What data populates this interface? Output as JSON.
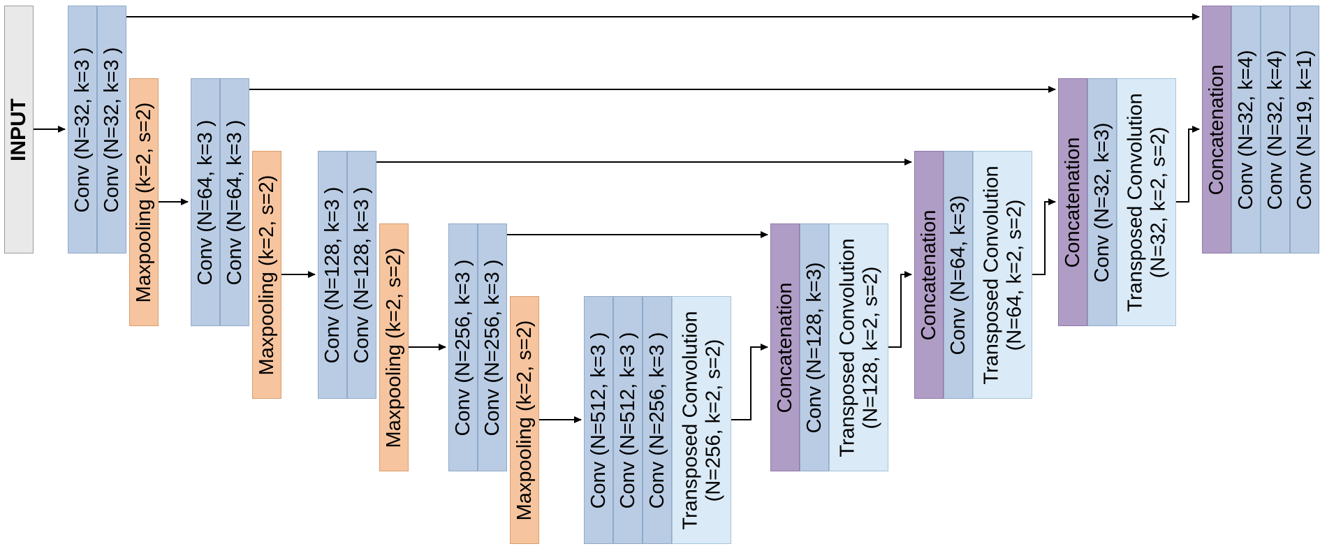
{
  "diagram": {
    "input": {
      "label": "INPUT"
    },
    "encoder": {
      "stage1": {
        "conv_a": "Conv (N=32, k=3 )",
        "conv_b": "Conv (N=32, k=3 )",
        "maxpool": "Maxpooling (k=2, s=2)"
      },
      "stage2": {
        "conv_a": "Conv (N=64, k=3 )",
        "conv_b": "Conv (N=64, k=3 )",
        "maxpool": "Maxpooling (k=2, s=2)"
      },
      "stage3": {
        "conv_a": "Conv (N=128, k=3 )",
        "conv_b": "Conv (N=128, k=3 )",
        "maxpool": "Maxpooling (k=2, s=2)"
      },
      "stage4": {
        "conv_a": "Conv (N=256, k=3 )",
        "conv_b": "Conv (N=256, k=3 )",
        "maxpool": "Maxpooling (k=2, s=2)"
      }
    },
    "bottleneck": {
      "conv_a": "Conv (N=512, k=3 )",
      "conv_b": "Conv (N=512, k=3 )",
      "conv_c": "Conv (N=256, k=3 )",
      "tconv_line1": "Transposed Convolution",
      "tconv_line2": "(N=256, k=2, s=2)"
    },
    "decoder": {
      "stage1": {
        "concat": "Concatenation",
        "conv": "Conv (N=128, k=3)",
        "tconv_line1": "Transposed Convolution",
        "tconv_line2": "(N=128, k=2, s=2)"
      },
      "stage2": {
        "concat": "Concatenation",
        "conv": "Conv (N=64, k=3)",
        "tconv_line1": "Transposed Convolution",
        "tconv_line2": "(N=64, k=2, s=2)"
      },
      "stage3": {
        "concat": "Concatenation",
        "conv": "Conv (N=32, k=3)",
        "tconv_line1": "Transposed Convolution",
        "tconv_line2": "(N=32, k=2, s=2)"
      }
    },
    "output": {
      "concat": "Concatenation",
      "conv_a": "Conv (N=32, k=4)",
      "conv_b": "Conv (N=32, k=4)",
      "conv_c": "Conv (N=19, k=1)"
    }
  },
  "colors": {
    "conv_block": "#b9cce4",
    "maxpool_block": "#f6c49e",
    "transposed_conv_block": "#daeaf6",
    "concatenation_block": "#b09dc6",
    "input_block": "#e9e9e9",
    "arrow": "#000000"
  }
}
